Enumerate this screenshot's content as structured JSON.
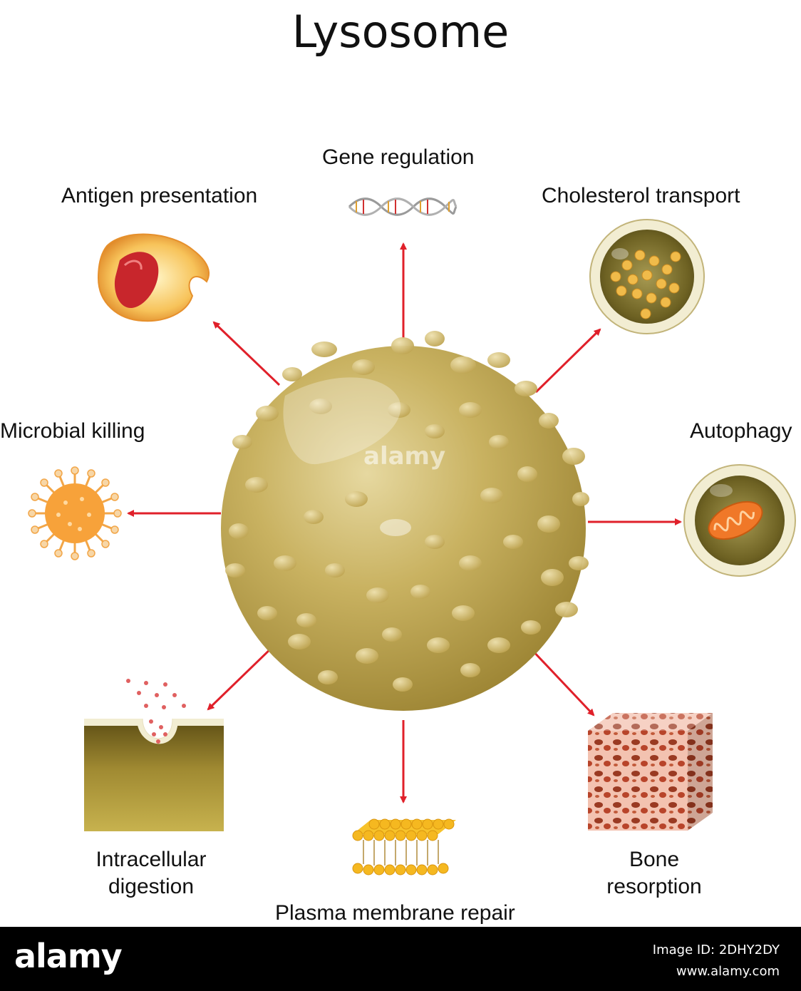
{
  "title": "Lysosome",
  "functions": {
    "gene_regulation": "Gene regulation",
    "antigen_presentation": "Antigen presentation",
    "cholesterol_transport": "Cholesterol transport",
    "microbial_killing": "Microbial killing",
    "autophagy": "Autophagy",
    "intracellular_digestion_1": "Intracellular",
    "intracellular_digestion_2": "digestion",
    "bone_resorption_1": "Bone",
    "bone_resorption_2": "resorption",
    "plasma_membrane_repair": "Plasma membrane repair"
  },
  "watermark": "alamy",
  "footer": {
    "brand": "alamy",
    "image_id": "Image ID: 2DHY2DY",
    "url": "www.alamy.com"
  },
  "colors": {
    "arrow": "#e0202a",
    "lysosome": "#c2aa52",
    "text": "#111111"
  }
}
